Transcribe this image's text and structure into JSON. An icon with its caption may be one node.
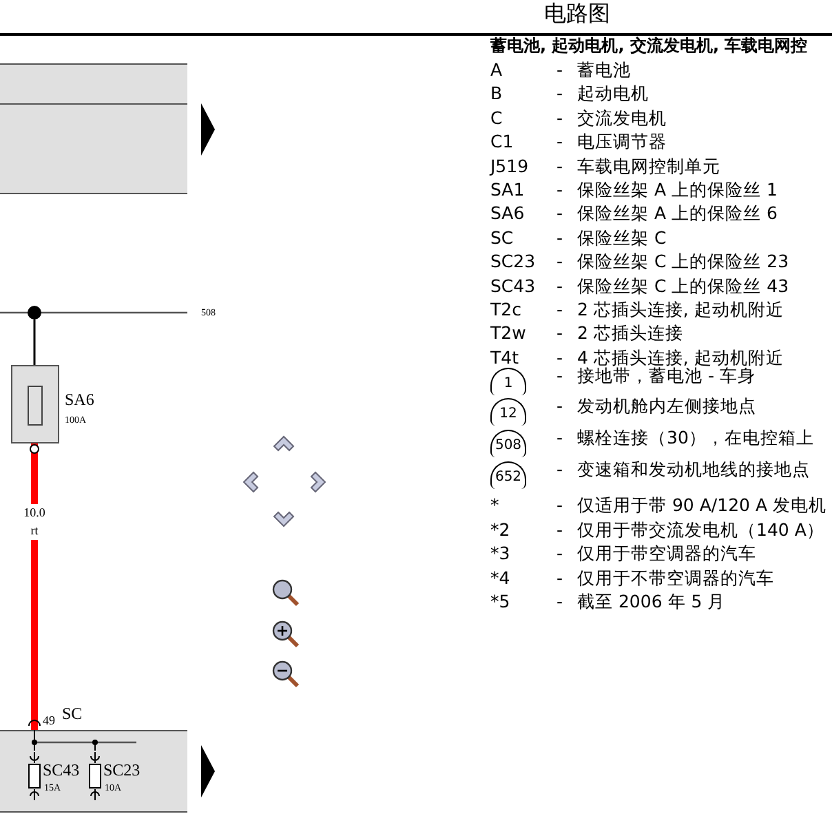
{
  "diagram": {
    "title": "电路图",
    "nodes": [
      {
        "text": [],
        "shape": "box"
      },
      {
        "text": [],
        "shape": "box"
      },
      {
        "text": [],
        "shape": "circle"
      },
      {
        "text": [
          "SA6",
          "100A"
        ]
      },
      {
        "text": [
          "SC"
        ]
      },
      {
        "text": [
          "SC43",
          "15A"
        ],
        "in": 4
      },
      {
        "text": [
          "SC23",
          "10A"
        ],
        "in": 4
      }
    ],
    "edges": [
      {
        "from": 2,
        "to": 3,
        "arrow": "none"
      },
      {
        "from": 3,
        "to": 4,
        "arrow": "none",
        "label": "10.0 rt",
        "style": "thick",
        "color": "#ff0000"
      }
    ],
    "labels": [
      "蓄电池, 起动电机, 交流发电机, 车载电网控",
      "A",
      "-",
      "蓄电池",
      "B",
      "-",
      "起动电机",
      "C",
      "-",
      "交流发电机",
      "C1",
      "-",
      "电压调节器",
      "J519",
      "-",
      "车载电网控制单元",
      "SA1",
      "-",
      "保险丝架 A 上的保险丝 1",
      "SA6",
      "-",
      "保险丝架 A 上的保险丝 6",
      "SC",
      "-",
      "保险丝架 C",
      "SC23",
      "-",
      "保险丝架 C 上的保险丝 23",
      "SC43",
      "-",
      "保险丝架 C 上的保险丝 43",
      "T2c",
      "-",
      "2 芯插头连接, 起动机附近",
      "T2w",
      "-",
      "2 芯插头连接",
      "T4t",
      "-",
      "4 芯插头连接, 起动机附近",
      "1",
      "-",
      "接地带，蓄电池 - 车身",
      "12",
      "-",
      "发动机舱内左侧接地点",
      "508",
      "-",
      "螺栓连接（30），在电控箱上",
      "652",
      "-",
      "变速箱和发动机地线的接地点",
      "*",
      "-",
      "仅适用于带 90 A/120 A 发电机",
      "*2",
      "-",
      "仅用于带交流发电机（140 A）",
      "*3",
      "-",
      "仅用于带空调器的汽车",
      "*4",
      "-",
      "仅用于不带空调器的汽车",
      "*5",
      "-",
      "截至 2006 年 5 月",
      "508",
      "49"
    ]
  }
}
